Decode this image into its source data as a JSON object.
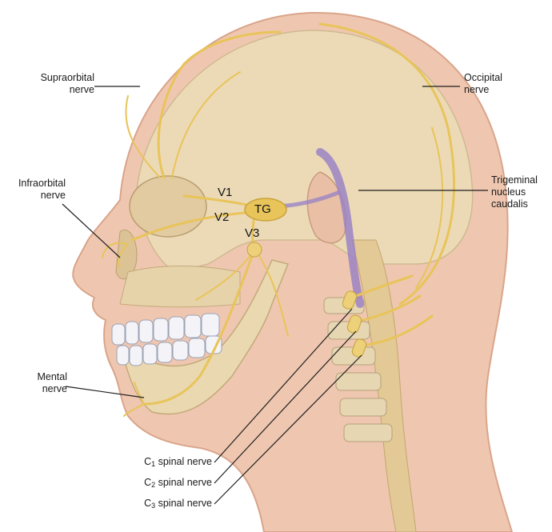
{
  "labels": {
    "supraorbital": [
      "Supraorbital",
      "nerve"
    ],
    "occipital": [
      "Occipital",
      "nerve"
    ],
    "infraorbital": [
      "Infraorbital",
      "nerve"
    ],
    "trigeminal": [
      "Trigeminal",
      "nucleus",
      "caudalis"
    ],
    "mental": [
      "Mental",
      "nerve"
    ],
    "c1": {
      "prefix": "C",
      "sub": "1",
      "suffix": " spinal nerve"
    },
    "c2": {
      "prefix": "C",
      "sub": "2",
      "suffix": " spinal nerve"
    },
    "c3": {
      "prefix": "C",
      "sub": "3",
      "suffix": " spinal nerve"
    }
  },
  "tags": {
    "v1": "V1",
    "v2": "V2",
    "v3": "V3",
    "tg": "TG"
  },
  "colors": {
    "skin": "#efc7b0",
    "bone": "#ecdcb8",
    "nerve": "#e8c45a",
    "nucleus": "#9b83c4"
  }
}
